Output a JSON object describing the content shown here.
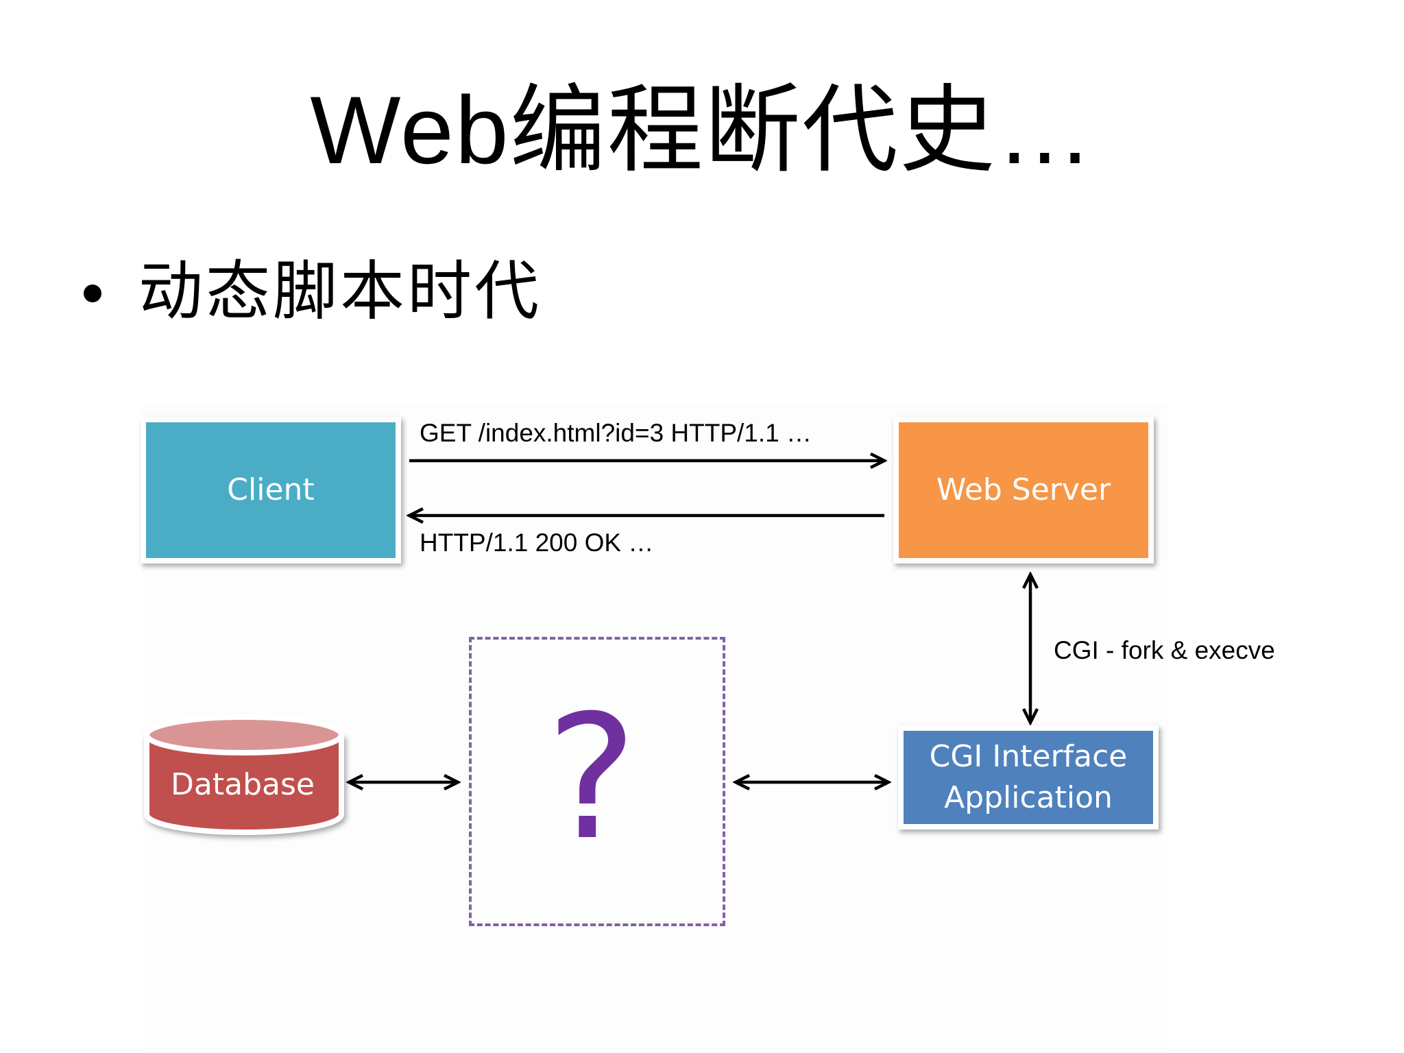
{
  "slide": {
    "title": "Web编程断代史…",
    "bullet": "动态脚本时代"
  },
  "diagram": {
    "client": {
      "label": "Client"
    },
    "web_server": {
      "label": "Web Server"
    },
    "cgi_app": {
      "line1": "CGI Interface",
      "line2": "Application"
    },
    "database": {
      "label": "Database"
    },
    "unknown": {
      "label": "?"
    },
    "request_label": "GET /index.html?id=3 HTTP/1.1 …",
    "response_label": "HTTP/1.1 200 OK …",
    "cgi_label": "CGI - fork & execve"
  },
  "colors": {
    "client": "#4bacc6",
    "web_server": "#f79646",
    "cgi_app": "#4f81bd",
    "database": "#c0504d",
    "database_top": "#d99594",
    "unknown_border": "#8064a2",
    "question_mark": "#7030a0"
  }
}
